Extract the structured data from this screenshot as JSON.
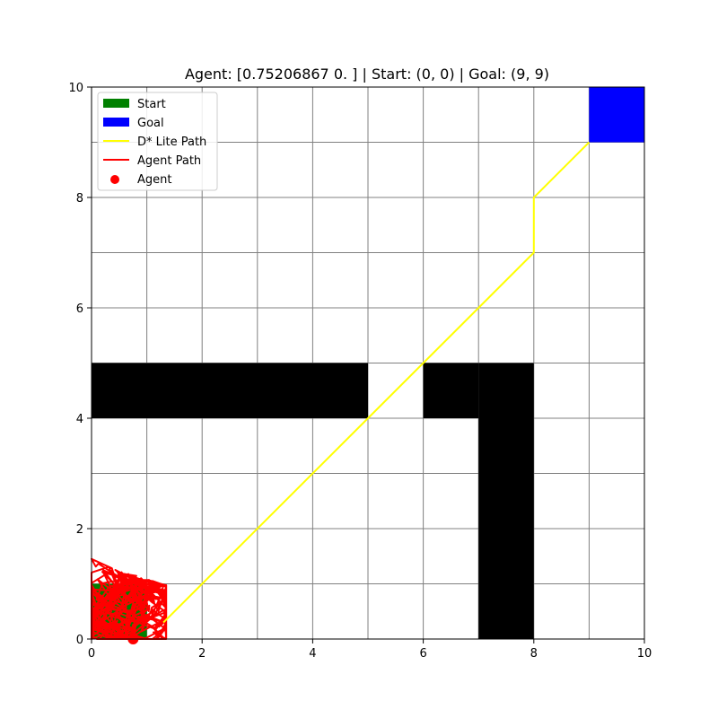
{
  "chart_data": {
    "type": "scatter",
    "title": "Agent: [0.75206867 0.         ] | Start: (0, 0) | Goal: (9, 9)",
    "xlabel": "",
    "ylabel": "",
    "xlim": [
      0,
      10
    ],
    "ylim": [
      0,
      10
    ],
    "grid": true,
    "legend_placement": "upper-left",
    "x_ticks": [
      "0",
      "2",
      "4",
      "6",
      "8",
      "10"
    ],
    "y_ticks": [
      "0",
      "2",
      "4",
      "6",
      "8",
      "10"
    ],
    "grid_lines": [
      0,
      1,
      2,
      3,
      4,
      5,
      6,
      7,
      8,
      9,
      10
    ],
    "start_cell": [
      0,
      0
    ],
    "goal_cell": [
      9,
      9
    ],
    "agent_position": [
      0.75206867,
      0.0
    ],
    "obstacles": [
      {
        "x0": 0,
        "y0": 4,
        "x1": 5,
        "y1": 5
      },
      {
        "x0": 6,
        "y0": 4,
        "x1": 7,
        "y1": 5
      },
      {
        "x0": 7,
        "y0": 0,
        "x1": 8,
        "y1": 5
      }
    ],
    "dstar_path": [
      [
        1.3,
        0.3
      ],
      [
        5,
        4
      ],
      [
        8,
        7
      ],
      [
        8,
        8
      ],
      [
        9,
        9
      ]
    ],
    "agent_path_region": {
      "x": [
        0,
        1.35
      ],
      "y": [
        0,
        1.45
      ]
    },
    "legend": [
      {
        "label": "Start",
        "kind": "patch",
        "color": "#008000"
      },
      {
        "label": "Goal",
        "kind": "patch",
        "color": "#0000ff"
      },
      {
        "label": "D* Lite Path",
        "kind": "line",
        "color": "#ffff00"
      },
      {
        "label": "Agent Path",
        "kind": "line",
        "color": "#ff0000"
      },
      {
        "label": "Agent",
        "kind": "marker",
        "color": "#ff0000"
      }
    ]
  }
}
